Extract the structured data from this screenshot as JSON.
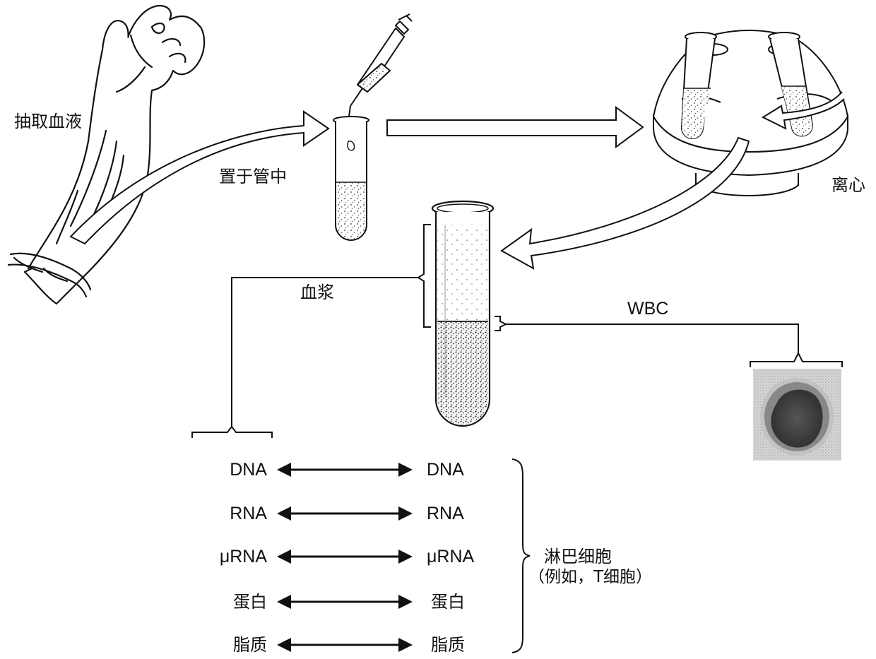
{
  "steps": {
    "draw_blood": "抽取血液",
    "place_in_tube": "置于管中",
    "centrifuge": "离心",
    "plasma": "血浆",
    "wbc": "WBC"
  },
  "comparisons": [
    {
      "left": "DNA",
      "right": "DNA"
    },
    {
      "left": "RNA",
      "right": "RNA"
    },
    {
      "left": "μRNA",
      "right": "μRNA"
    },
    {
      "left": "蛋白",
      "right": "蛋白"
    },
    {
      "left": "脂质",
      "right": "脂质"
    }
  ],
  "lymphocyte": {
    "line1": "淋巴细胞",
    "line2": "（例如，T细胞）"
  }
}
